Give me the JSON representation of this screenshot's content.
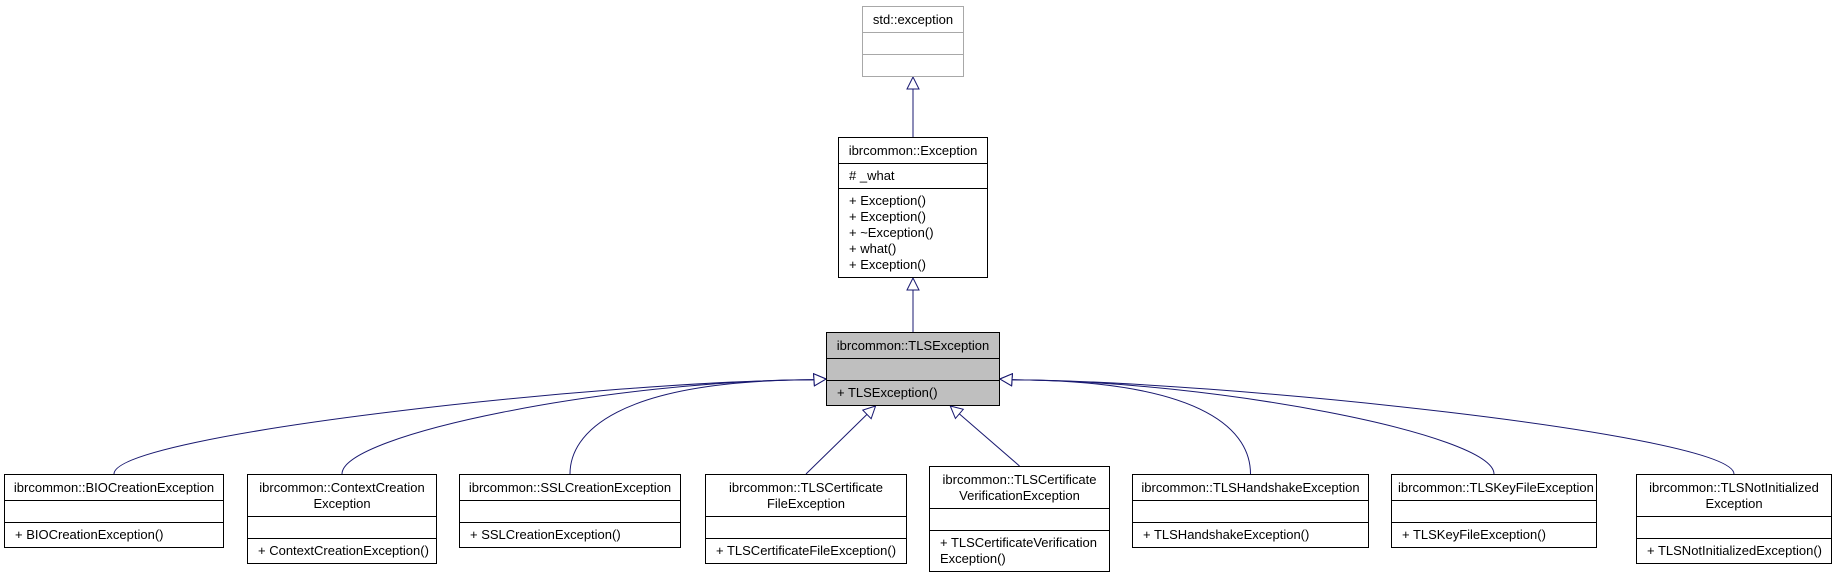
{
  "diagram": {
    "nodes": {
      "std_exception": {
        "title": [
          "std::exception"
        ],
        "attributes": [],
        "methods": []
      },
      "exception": {
        "title": [
          "ibrcommon::Exception"
        ],
        "attributes": [
          "# _what"
        ],
        "methods": [
          "+ Exception()",
          "+ Exception()",
          "+ ~Exception()",
          "+ what()",
          "+ Exception()"
        ]
      },
      "tls_exception": {
        "title": [
          "ibrcommon::TLSException"
        ],
        "attributes": [],
        "methods": [
          "+ TLSException()"
        ]
      },
      "bio": {
        "title": [
          "ibrcommon::BIOCreationException"
        ],
        "attributes": [],
        "methods": [
          "+ BIOCreationException()"
        ]
      },
      "context": {
        "title": [
          "ibrcommon::ContextCreation",
          "Exception"
        ],
        "attributes": [],
        "methods": [
          "+ ContextCreationException()"
        ]
      },
      "ssl": {
        "title": [
          "ibrcommon::SSLCreationException"
        ],
        "attributes": [],
        "methods": [
          "+ SSLCreationException()"
        ]
      },
      "certfile": {
        "title": [
          "ibrcommon::TLSCertificate",
          "FileException"
        ],
        "attributes": [],
        "methods": [
          "+ TLSCertificateFileException()"
        ]
      },
      "certverify": {
        "title": [
          "ibrcommon::TLSCertificate",
          "VerificationException"
        ],
        "attributes": [],
        "methods": [
          "+ TLSCertificateVerification",
          "Exception()"
        ]
      },
      "handshake": {
        "title": [
          "ibrcommon::TLSHandshakeException"
        ],
        "attributes": [],
        "methods": [
          "+ TLSHandshakeException()"
        ]
      },
      "keyfile": {
        "title": [
          "ibrcommon::TLSKeyFileException"
        ],
        "attributes": [],
        "methods": [
          "+ TLSKeyFileException()"
        ]
      },
      "notinit": {
        "title": [
          "ibrcommon::TLSNotInitialized",
          "Exception"
        ],
        "attributes": [],
        "methods": [
          "+ TLSNotInitializedException()"
        ]
      }
    },
    "edges": [
      {
        "from": "exception",
        "to": "std_exception"
      },
      {
        "from": "tls_exception",
        "to": "exception"
      },
      {
        "from": "bio",
        "to": "tls_exception"
      },
      {
        "from": "context",
        "to": "tls_exception"
      },
      {
        "from": "ssl",
        "to": "tls_exception"
      },
      {
        "from": "certfile",
        "to": "tls_exception"
      },
      {
        "from": "certverify",
        "to": "tls_exception"
      },
      {
        "from": "handshake",
        "to": "tls_exception"
      },
      {
        "from": "keyfile",
        "to": "tls_exception"
      },
      {
        "from": "notinit",
        "to": "tls_exception"
      }
    ],
    "colors": {
      "edge": "#191970",
      "border": "#000000",
      "external_border": "#a8a8a8",
      "focus_fill": "#bfbfbf"
    }
  }
}
